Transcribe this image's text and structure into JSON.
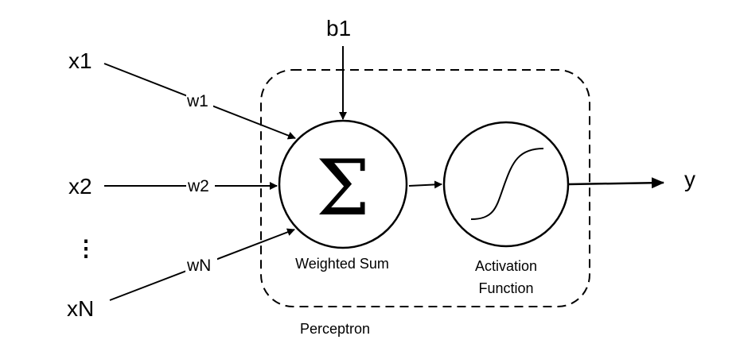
{
  "inputs": {
    "x1": "x1",
    "x2": "x2",
    "ellipsis": "⋮",
    "xN": "xN"
  },
  "weights": {
    "w1": "w1",
    "w2": "w2",
    "wN": "wN"
  },
  "bias": "b1",
  "output": "y",
  "sum_node": {
    "symbol": "Σ",
    "label": "Weighted Sum"
  },
  "activation_node": {
    "label_line1": "Activation",
    "label_line2": "Function"
  },
  "container_label": "Perceptron"
}
